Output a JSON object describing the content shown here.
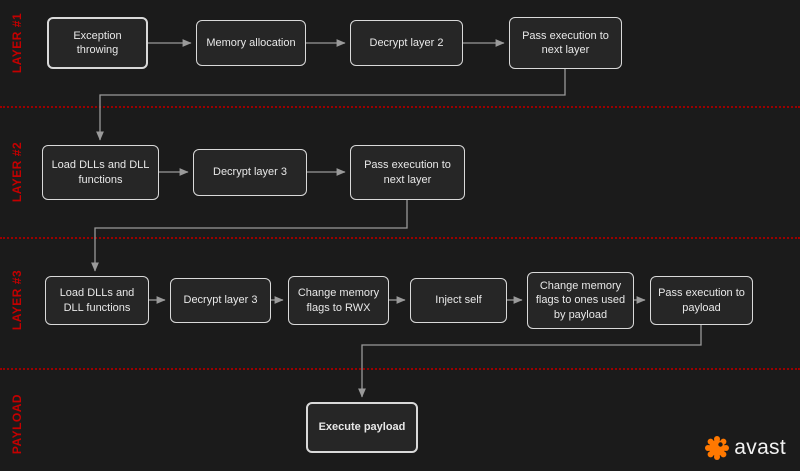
{
  "sections": [
    {
      "label": "LAYER #1",
      "boxes": [
        {
          "label": "Exception throwing"
        },
        {
          "label": "Memory allocation"
        },
        {
          "label": "Decrypt layer 2"
        },
        {
          "label": "Pass execution to next layer"
        }
      ]
    },
    {
      "label": "LAYER #2",
      "boxes": [
        {
          "label": "Load DLLs and DLL functions"
        },
        {
          "label": "Decrypt layer 3"
        },
        {
          "label": "Pass execution to next layer"
        }
      ]
    },
    {
      "label": "LAYER #3",
      "boxes": [
        {
          "label": "Load DLLs and DLL functions"
        },
        {
          "label": "Decrypt layer 3"
        },
        {
          "label": "Change memory flags to RWX"
        },
        {
          "label": "Inject self"
        },
        {
          "label": "Change memory flags to ones used by payload"
        },
        {
          "label": "Pass execution to payload"
        }
      ]
    },
    {
      "label": "PAYLOAD",
      "boxes": [
        {
          "label": "Execute payload"
        }
      ]
    }
  ],
  "logo": {
    "text": "avast"
  },
  "colors": {
    "background": "#1b1b1b",
    "box_border": "#d9d9d9",
    "accent_red": "#c40000",
    "separator_red": "#9b0000",
    "arrow_gray": "#9a9a9a",
    "logo_orange": "#ff7800"
  }
}
